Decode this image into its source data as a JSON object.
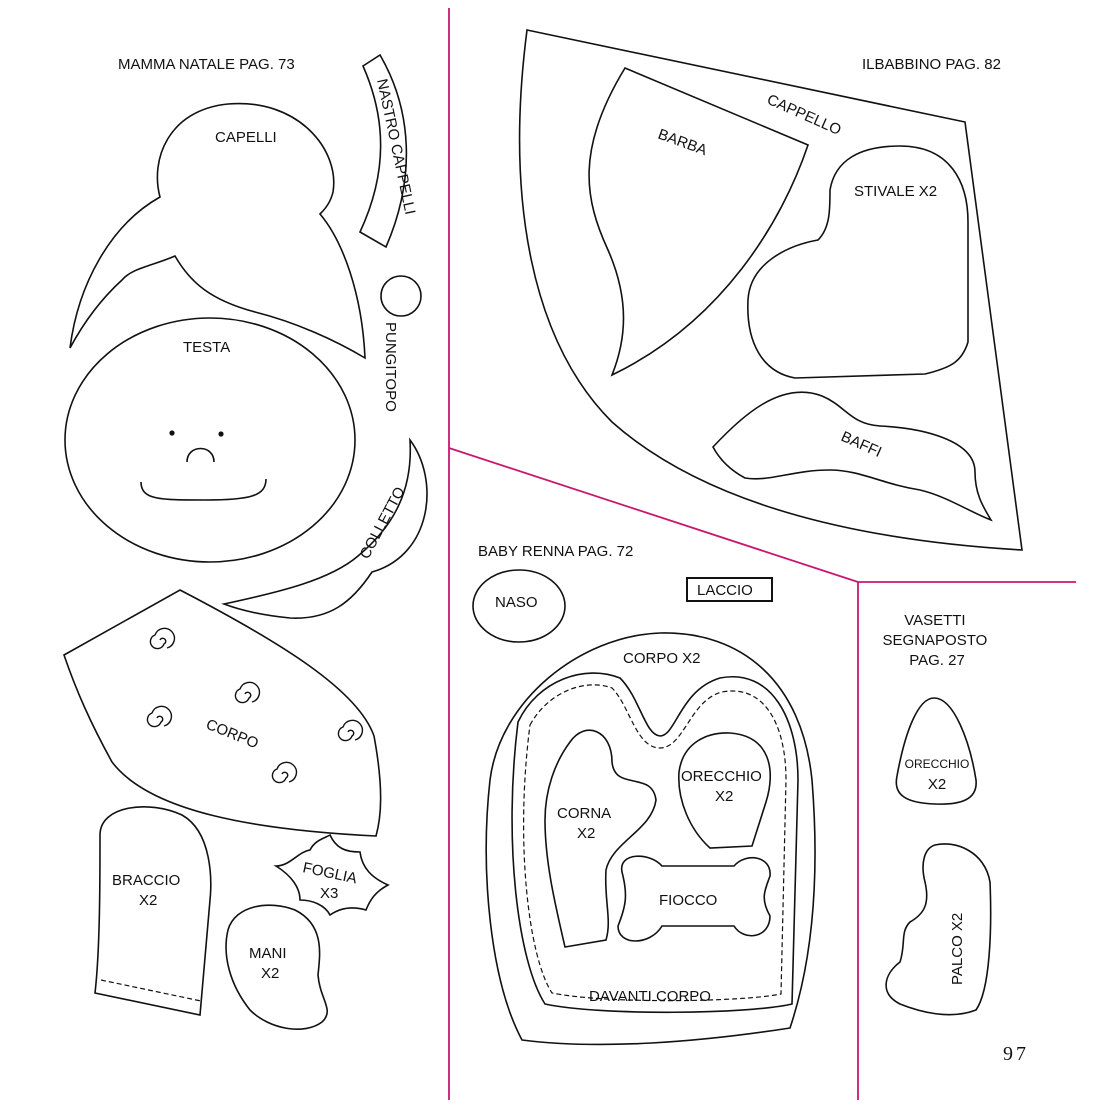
{
  "colors": {
    "separator": "#c8186e",
    "outline": "#111111"
  },
  "sections": {
    "mamma_natale": {
      "title": "MAMMA NATALE PAG. 73",
      "pieces": {
        "capelli": "CAPELLI",
        "nastro": "NASTRO CAPPELLI",
        "pungitopo": "PUNGITOPO",
        "testa": "TESTA",
        "colletto": "COLLETTO",
        "corpo": "CORPO",
        "braccio": "BRACCIO",
        "braccio_qty": "X2",
        "foglia": "FOGLIA",
        "foglia_qty": "X3",
        "mani": "MANI",
        "mani_qty": "X2"
      }
    },
    "babbino": {
      "title": "ILBABBINO PAG. 82",
      "pieces": {
        "cappello": "CAPPELLO",
        "barba": "BARBA",
        "stivale": "STIVALE X2",
        "baffi": "BAFFI"
      }
    },
    "baby_renna": {
      "title": "BABY RENNA PAG. 72",
      "pieces": {
        "naso": "NASO",
        "laccio": "LACCIO",
        "corpo": "CORPO X2",
        "corna": "CORNA",
        "corna_qty": "X2",
        "orecchio": "ORECCHIO",
        "orecchio_qty": "X2",
        "fiocco": "FIOCCO",
        "davanti": "DAVANTI CORPO"
      }
    },
    "vasetti": {
      "title_lines": [
        "VASETTI",
        "SEGNAPOSTO",
        "PAG. 27"
      ],
      "pieces": {
        "orecchio": "ORECCHIO",
        "orecchio_qty": "X2",
        "palco": "PALCO X2"
      }
    }
  },
  "page_number": "97"
}
